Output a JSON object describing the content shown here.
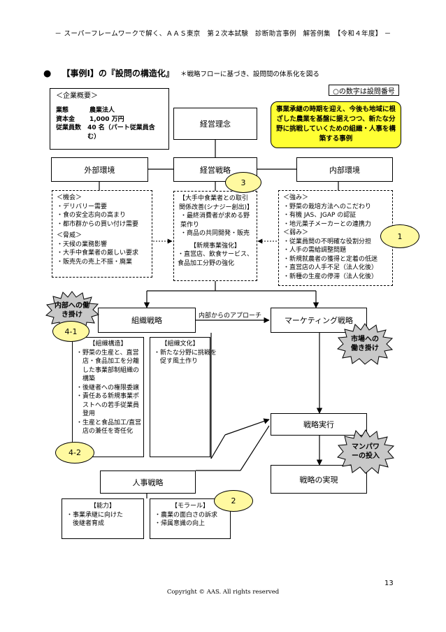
{
  "header": "－ スーパーフレームワークで解く、ＡＡＳ東京　第２次本試験　診断助言事例　解答例集　【令和４年度】 －",
  "title": {
    "bullet": "●",
    "main": "【事例Ⅰ】の『設問の構造化』",
    "sub": "＊戦略フローに基づき、設問間の体系化を図る"
  },
  "company": {
    "heading": "＜企業概要＞",
    "rows": [
      {
        "label": "業態",
        "value": "農業法人"
      },
      {
        "label": "資本金",
        "value": "1,000 万円"
      },
      {
        "label": "従業員数",
        "value": "40 名（パート従業員含む）"
      }
    ]
  },
  "legend_note": "○の数字は設問番号",
  "highlight": "事業承継の時期を迎え、今後も地域に根ざした農業を基盤に据えつつ、新たな分野に挑戦していくための組織・人事を構築する事例",
  "nodes": {
    "philosophy": "経営理念",
    "strategy": "経営戦略",
    "external": "外部環境",
    "internal": "内部環境",
    "org_strategy": "組織戦略",
    "marketing": "マーケティング戦略",
    "execution": "戦略実行",
    "realization": "戦略の実現",
    "hr_strategy": "人事戦略"
  },
  "opportunities": {
    "heading1": "＜機会＞",
    "items1": [
      "・デリバリー需要",
      "・食の安全志向の高まり",
      "・都市群からの買い付け需要"
    ],
    "heading2": "＜脅威＞",
    "items2": [
      "・天候の業務影響",
      "・大手中食業者の厳しい要求",
      "・販売先の売上不振・廃業"
    ]
  },
  "center_box": {
    "heading1": "【大手中食業者との取引関係改善(シナジー創出)】",
    "items1": [
      "・最終消費者が求める野菜作り",
      "・商品の共同開発・販売"
    ],
    "heading2": "【新規事業強化】",
    "items2": [
      "・直営店、飲食サービス、食品加工分野の強化"
    ]
  },
  "strengths": {
    "heading1": "＜強み＞",
    "items1": [
      "・野菜の栽培方法へのこだわり",
      "・有機 JAS、JGAP の認証",
      "・地元菓子メーカーとの連携力"
    ],
    "heading2": "＜弱み＞",
    "items2": [
      "・従業員間の不明確な役割分担",
      "・人手の需給調整問題",
      "・新規就農者の獲得と定着の低迷",
      "・直営店の人手不足（法人化後）",
      "・新種の生産の停滞（法人化後）"
    ]
  },
  "approach_label": "内部からのアプローチ",
  "org_structure": {
    "heading": "【組織構造】",
    "items": [
      "・野菜の生産と、直営",
      "　店・食品加工を分離",
      "　した事業部制組織の",
      "　構築",
      "・後継者への権限委譲",
      "・責任ある新規事業ポ",
      "　ストへの若手従業員",
      "　登用",
      "・生産と食品加工/直営",
      "　店の兼任を寄任化"
    ]
  },
  "org_culture": {
    "heading": "【組織文化】",
    "items": [
      "・新たな分野に挑戦を",
      "　促す風土作り"
    ]
  },
  "ability": {
    "heading": "【能力】",
    "items": [
      "・事業承継に向けた",
      "　後継者育成"
    ]
  },
  "morale": {
    "heading": "【モラール】",
    "items": [
      "・農業の面白さの訴求",
      "・帰属意識の向上"
    ]
  },
  "bursts": {
    "internal_push": "内部への働き掛け",
    "market_push": "市場への働き掛け",
    "manpower": "マンパワーの投入"
  },
  "questions": {
    "q1": "1",
    "q2": "2",
    "q3": "3",
    "q41": "4-1",
    "q42": "4-2"
  },
  "footer": {
    "page_number": "13",
    "copyright": "Copyright © AAS. All rights reserved"
  },
  "colors": {
    "oval_fill": "#fff9a0",
    "highlight_fill": "#ffff33",
    "burst_fill": "#c8c8c8"
  }
}
